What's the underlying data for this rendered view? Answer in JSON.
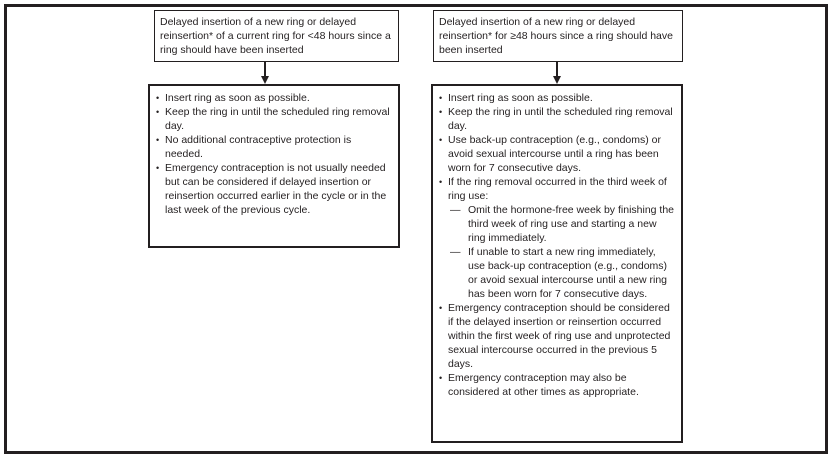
{
  "flowchart": {
    "bullet_marker": "•",
    "sub_marker": "—",
    "colors": {
      "border": "#231f20",
      "text": "#231f20",
      "background": "#ffffff"
    },
    "columns": [
      {
        "header": "Delayed insertion of a new ring or delayed reinsertion* of a current ring for <48 hours since a ring should have been inserted",
        "items": [
          {
            "text": "Insert ring as soon as possible."
          },
          {
            "text": "Keep the ring in until the scheduled ring removal day."
          },
          {
            "text": "No additional contraceptive protection is needed."
          },
          {
            "text": "Emergency contraception is not usually needed but can be considered if delayed insertion or reinsertion occurred earlier in the cycle or in the last week of the previous cycle."
          }
        ]
      },
      {
        "header": "Delayed insertion of a new ring or delayed reinsertion* for ≥48 hours since a ring should have been inserted",
        "items": [
          {
            "text": "Insert ring as soon as possible."
          },
          {
            "text": "Keep the ring in until the scheduled ring removal day."
          },
          {
            "text": "Use back-up contraception (e.g., condoms) or avoid sexual intercourse until a ring has been worn for 7 consecutive days."
          },
          {
            "text": "If the ring removal occurred in the third week of ring use:",
            "sub": [
              "Omit the hormone-free week by finishing the third week of ring use and starting a new ring immediately.",
              "If unable to start a new ring immediately, use back-up contraception (e.g., condoms) or avoid sexual intercourse until a new ring has been worn for 7 consecutive days."
            ]
          },
          {
            "text": "Emergency contraception should be considered if the delayed insertion or reinsertion occurred within the first week of ring use and unprotected sexual intercourse occurred in the previous 5 days."
          },
          {
            "text": "Emergency contraception may also be considered at other times as appropriate."
          }
        ]
      }
    ]
  }
}
